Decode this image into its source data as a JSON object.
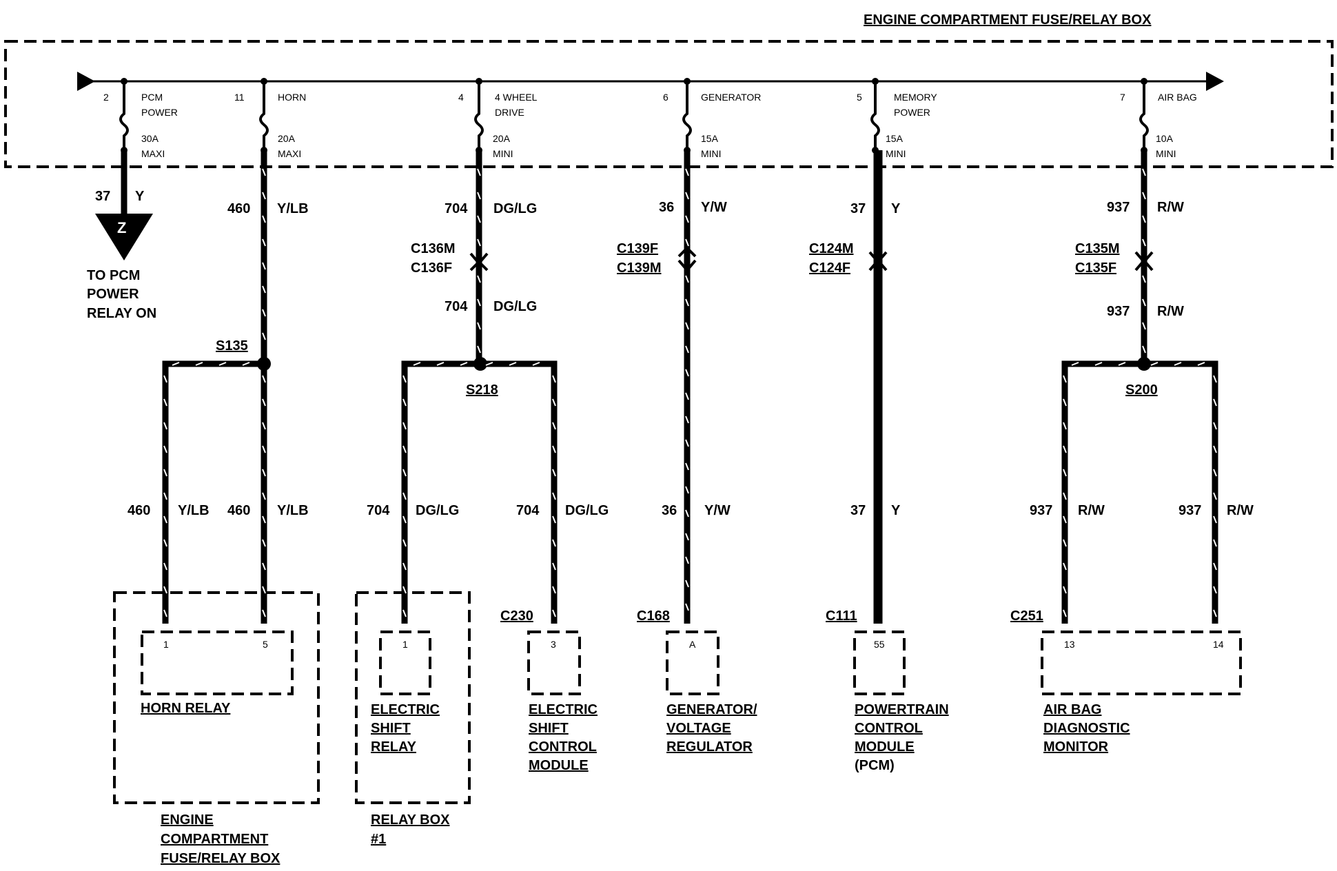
{
  "title": "ENGINE COMPARTMENT FUSE/RELAY BOX",
  "fuses": [
    {
      "pos": "2",
      "name1": "PCM",
      "name2": "POWER",
      "rating": "30A",
      "type": "MAXI"
    },
    {
      "pos": "11",
      "name1": "HORN",
      "name2": "",
      "rating": "20A",
      "type": "MAXI"
    },
    {
      "pos": "4",
      "name1": "4 WHEEL",
      "name2": "DRIVE",
      "rating": "20A",
      "type": "MINI"
    },
    {
      "pos": "6",
      "name1": "GENERATOR",
      "name2": "",
      "rating": "15A",
      "type": "MINI"
    },
    {
      "pos": "5",
      "name1": "MEMORY",
      "name2": "POWER",
      "rating": "15A",
      "type": "MINI"
    },
    {
      "pos": "7",
      "name1": "AIR BAG",
      "name2": "",
      "rating": "10A",
      "type": "MINI"
    }
  ],
  "pcm_branch": {
    "circuit": "37",
    "color": "Y",
    "connector": "Z",
    "dest1": "TO PCM",
    "dest2": "POWER",
    "dest3": "RELAY ON"
  },
  "horn": {
    "circuit": "460",
    "color": "Y/LB",
    "splice": "S135",
    "left_circuit": "460",
    "left_color": "Y/LB",
    "right_circuit": "460",
    "right_color": "Y/LB",
    "pin1": "1",
    "pin2": "5",
    "relay": "HORN RELAY",
    "box1": "ENGINE",
    "box2": "COMPARTMENT",
    "box3": "FUSE/RELAY BOX"
  },
  "four_wd": {
    "circuit": "704",
    "color": "DG/LG",
    "conn_m": "C136M",
    "conn_f": "C136F",
    "circuit2": "704",
    "color2": "DG/LG",
    "splice": "S218",
    "left_circuit": "704",
    "left_color": "DG/LG",
    "right_circuit": "704",
    "right_color": "DG/LG",
    "relay_pin": "1",
    "relay1": "ELECTRIC",
    "relay2": "SHIFT",
    "relay3": "RELAY",
    "relaybox1": "RELAY BOX",
    "relaybox2": "#1",
    "module_conn": "C230",
    "module_pin": "3",
    "module1": "ELECTRIC",
    "module2": "SHIFT",
    "module3": "CONTROL",
    "module4": "MODULE"
  },
  "generator": {
    "circuit": "36",
    "color": "Y/W",
    "conn_f": "C139F",
    "conn_m": "C139M",
    "circuit2": "36",
    "color2": "Y/W",
    "conn": "C168",
    "pin": "A",
    "name1": "GENERATOR/",
    "name2": "VOLTAGE",
    "name3": "REGULATOR"
  },
  "memory": {
    "circuit": "37",
    "color": "Y",
    "conn_m": "C124M",
    "conn_f": "C124F",
    "circuit2": "37",
    "color2": "Y",
    "conn": "C111",
    "pin": "55",
    "name1": "POWERTRAIN",
    "name2": "CONTROL",
    "name3": "MODULE",
    "name4": "(PCM)"
  },
  "airbag": {
    "circuit": "937",
    "color": "R/W",
    "conn_m": "C135M",
    "conn_f": "C135F",
    "circuit2": "937",
    "color2": "R/W",
    "splice": "S200",
    "left_circuit": "937",
    "left_color": "R/W",
    "right_circuit": "937",
    "right_color": "R/W",
    "conn": "C251",
    "pin1": "13",
    "pin2": "14",
    "name1": "AIR BAG",
    "name2": "DIAGNOSTIC",
    "name3": "MONITOR"
  }
}
